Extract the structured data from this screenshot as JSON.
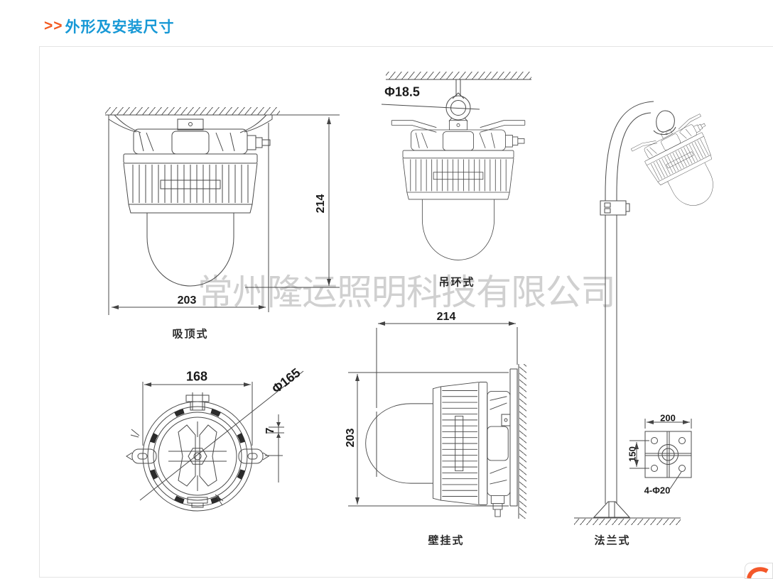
{
  "header": {
    "prefix": ">>",
    "title": "外形及安装尺寸"
  },
  "watermark": "常州隆运照明科技有限公司",
  "drawings": {
    "ceiling": {
      "caption": "吸顶式",
      "dim_height": "214",
      "dim_width": "203"
    },
    "eyebolt": {
      "caption": "吊环式",
      "dim_ring_diameter": "Φ18.5"
    },
    "top_view": {
      "dim_width": "168",
      "dim_diameter": "Φ165",
      "dim_offset": "7"
    },
    "wall": {
      "caption": "壁挂式",
      "dim_width": "214",
      "dim_height": "203"
    },
    "flange": {
      "caption": "法兰式",
      "dim_plate_width": "200",
      "dim_hole_spacing": "150",
      "dim_bolt_holes": "4-Φ20"
    }
  },
  "colors": {
    "accent_orange": "#f2591f",
    "accent_blue": "#1899d6"
  }
}
